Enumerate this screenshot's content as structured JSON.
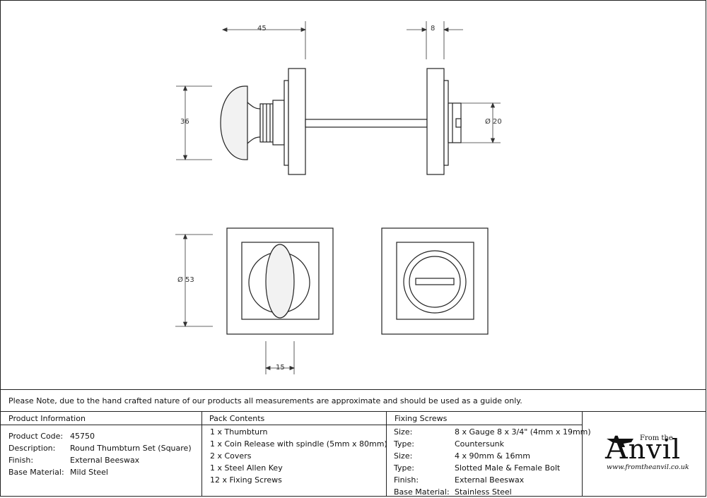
{
  "dimensions": {
    "width_45": "45",
    "width_8": "8",
    "height_36": "36",
    "diameter_20": "Ø 20",
    "diameter_53": "Ø 53",
    "width_15": "15"
  },
  "note": "Please Note, due to the hand crafted nature of our products all measurements are approximate and should be used as a guide only.",
  "product_information": {
    "heading": "Product Information",
    "rows": [
      {
        "label": "Product Code:",
        "value": "45750"
      },
      {
        "label": "Description:",
        "value": "Round Thumbturn Set (Square)"
      },
      {
        "label": "Finish:",
        "value": "External Beeswax"
      },
      {
        "label": "Base Material:",
        "value": "Mild Steel"
      }
    ]
  },
  "pack_contents": {
    "heading": "Pack Contents",
    "items": [
      "1 x Thumbturn",
      "1 x Coin Release with spindle (5mm x 80mm)",
      "2 x Covers",
      "1 x Steel Allen Key",
      "12 x Fixing Screws"
    ]
  },
  "fixing_screws": {
    "heading": "Fixing Screws",
    "rows": [
      {
        "label": "Size:",
        "value": "8 x Gauge 8 x 3/4\" (4mm x 19mm)"
      },
      {
        "label": "Type:",
        "value": "Countersunk"
      },
      {
        "label": "Size:",
        "value": "4 x 90mm & 16mm"
      },
      {
        "label": "Type:",
        "value": "Slotted Male & Female Bolt"
      },
      {
        "label": "Finish:",
        "value": "External Beeswax"
      },
      {
        "label": "Base Material:",
        "value": "Stainless Steel"
      }
    ]
  },
  "logo": {
    "from_the": "From the",
    "brand_initial": "A",
    "brand_rest": "nvil",
    "url": "www.fromtheanvil.co.uk"
  }
}
